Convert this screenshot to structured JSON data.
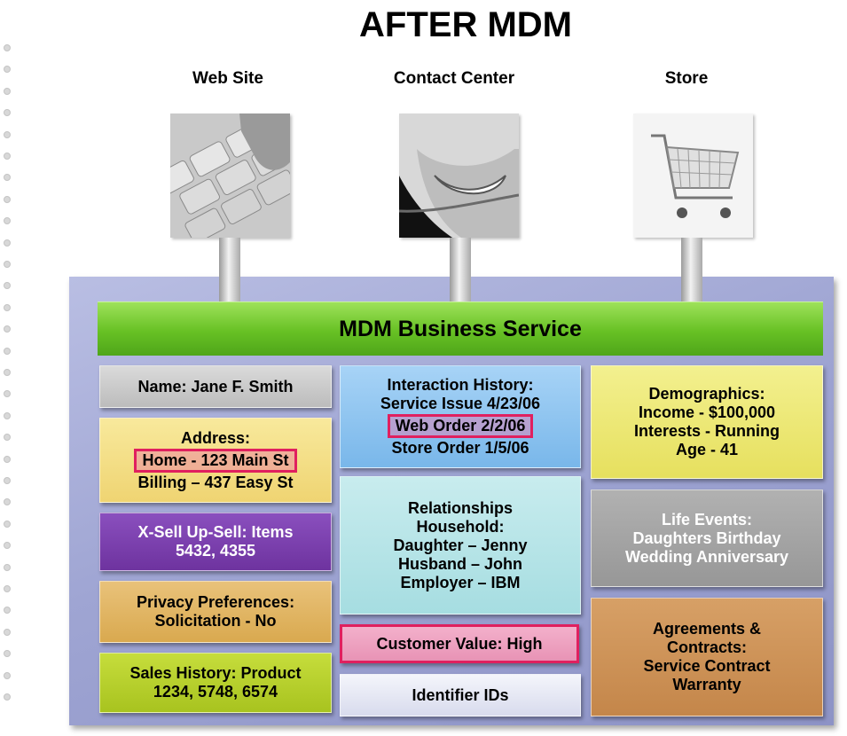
{
  "title": "AFTER MDM",
  "channels": [
    {
      "label": "Web Site",
      "image": "keyboard-photo"
    },
    {
      "label": "Contact Center",
      "image": "headset-agent-photo"
    },
    {
      "label": "Store",
      "image": "shopping-cart-photo"
    }
  ],
  "service_bar": "MDM Business Service",
  "left_column": {
    "name": [
      "Name: Jane F. Smith"
    ],
    "address": [
      "Address:",
      "Home - 123 Main St",
      "Billing – 437 Easy St"
    ],
    "xsell": [
      "X-Sell Up-Sell: Items",
      "5432, 4355"
    ],
    "privacy": [
      "Privacy Preferences:",
      "Solicitation - No"
    ],
    "sales": [
      "Sales History: Product",
      "1234, 5748, 6574"
    ]
  },
  "middle_column": {
    "interaction": [
      "Interaction History:",
      "Service Issue 4/23/06",
      "Web Order 2/2/06",
      "Store Order 1/5/06"
    ],
    "relationships": [
      "Relationships",
      "Household:",
      "Daughter – Jenny",
      "Husband – John",
      "Employer – IBM"
    ],
    "value": [
      "Customer Value: High"
    ],
    "identifiers": [
      "Identifier IDs"
    ]
  },
  "right_column": {
    "demographics": [
      "Demographics:",
      "Income - $100,000",
      "Interests - Running",
      "Age - 41"
    ],
    "life_events": [
      "Life Events:",
      "Daughters Birthday",
      "Wedding Anniversary"
    ],
    "agreements": [
      "Agreements &",
      "Contracts:",
      "Service Contract",
      "Warranty"
    ]
  },
  "colors": {
    "platform": "#9fa5d3",
    "service_bar": "#67c124",
    "highlight_border": "#e0205f"
  }
}
